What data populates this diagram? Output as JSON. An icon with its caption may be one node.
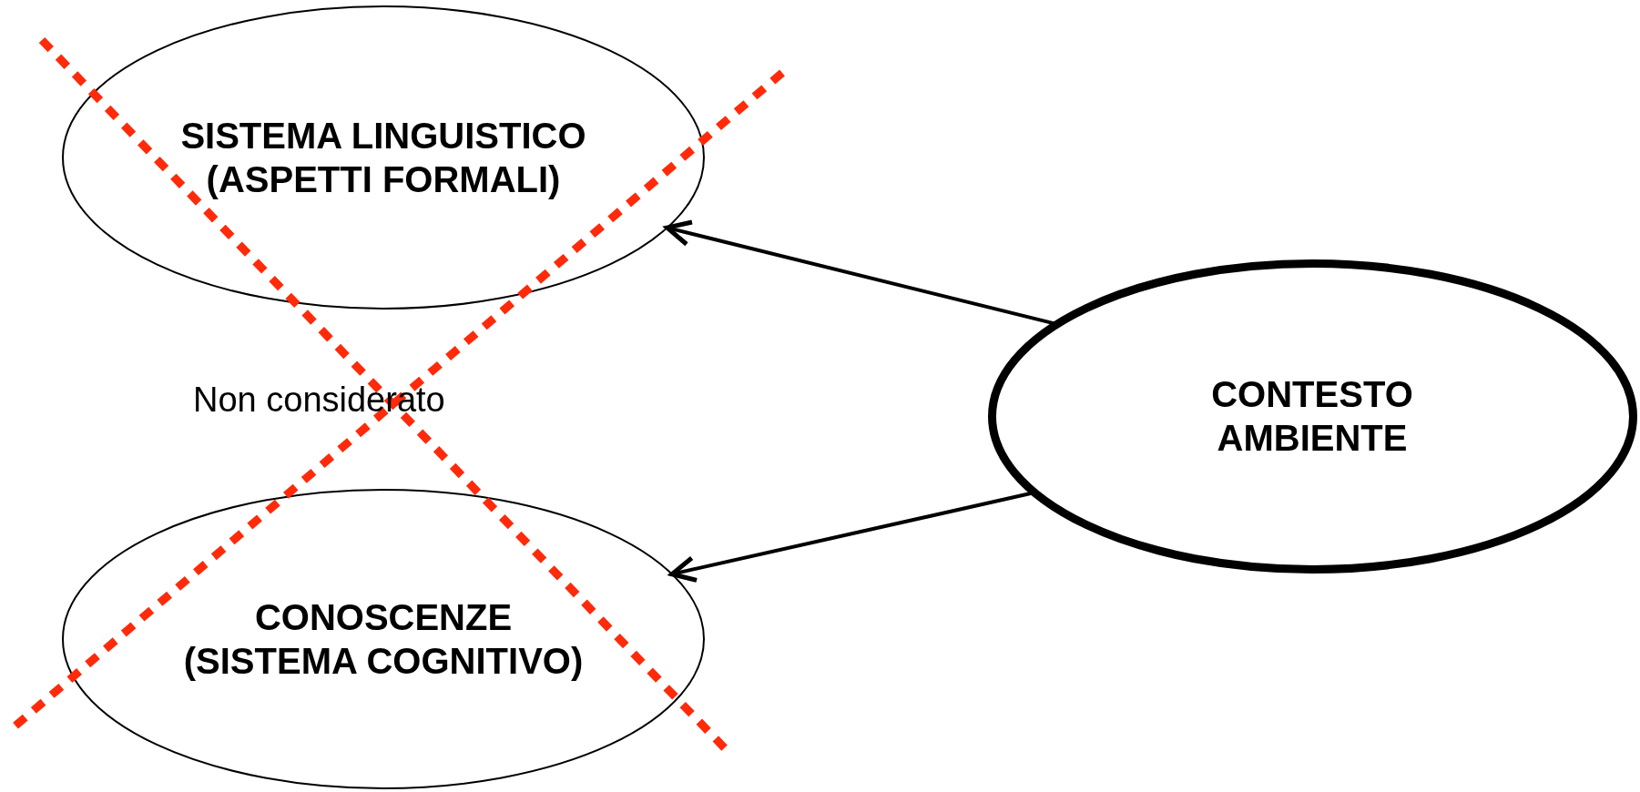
{
  "diagram": {
    "nodes": [
      {
        "text": [
          "SISTEMA LINGUISTICO (ASPETTI FORMALI)"
        ]
      },
      {
        "text": [
          "CONOSCENZE (SISTEMA COGNITIVO)"
        ]
      },
      {
        "text": [
          "CONTESTO AMBIENTE"
        ]
      }
    ],
    "edges": [
      {
        "from": 2,
        "to": 0,
        "arrow": "to"
      },
      {
        "from": 2,
        "to": 1,
        "arrow": "to"
      }
    ],
    "labels": [
      "Non considerato"
    ]
  }
}
